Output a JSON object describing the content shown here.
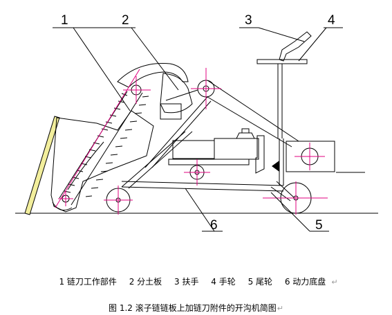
{
  "callouts": [
    "1",
    "2",
    "3",
    "4",
    "5",
    "6"
  ],
  "legend": [
    "1 链刀工作部件",
    "2 分土板",
    "3 扶手",
    "4 手轮",
    "5 尾轮",
    "6 动力底盘"
  ],
  "caption": "图 1.2 滚子链链板上加链刀附件的开沟机简图",
  "paragraph_mark": "↵",
  "colors": {
    "line": "#000000",
    "centerline": "#e0007f",
    "ground_bar_fill": "#f2ee9c",
    "marker": "#000000"
  }
}
